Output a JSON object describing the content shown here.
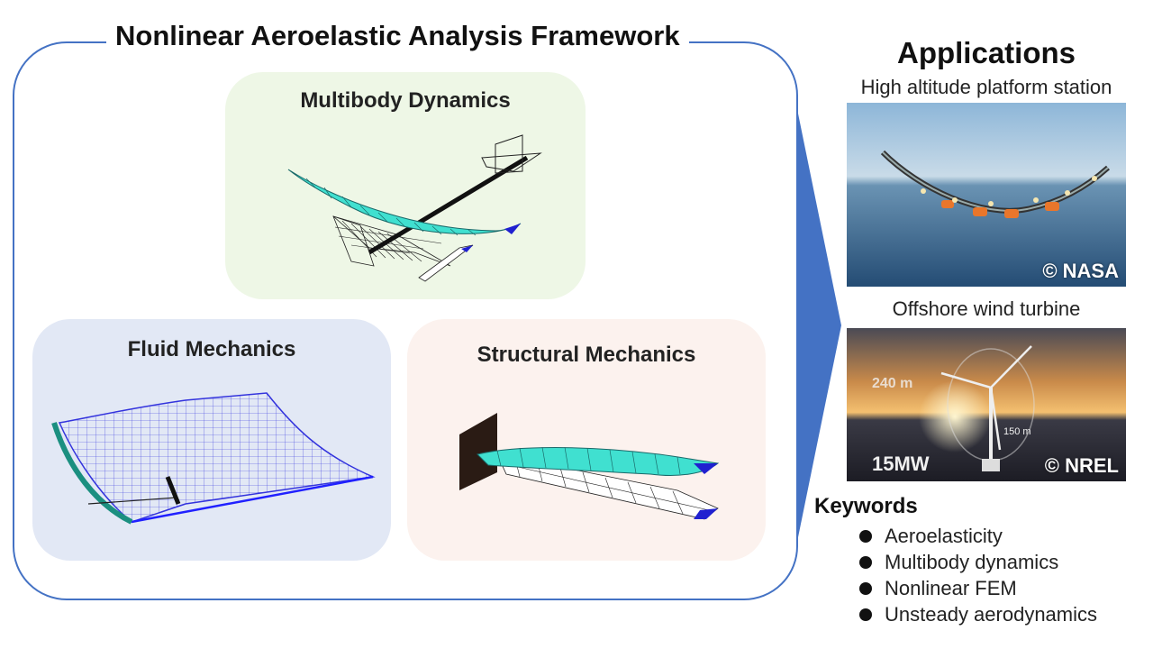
{
  "framework": {
    "title": "Nonlinear Aeroelastic Analysis Framework"
  },
  "panels": {
    "multibody": {
      "title": "Multibody Dynamics"
    },
    "fluid": {
      "title": "Fluid Mechanics"
    },
    "structural": {
      "title": "Structural Mechanics"
    }
  },
  "applications": {
    "title": "Applications",
    "items": [
      {
        "caption": "High altitude platform station",
        "credit": "© NASA"
      },
      {
        "caption": "Offshore wind turbine",
        "credit": "© NREL",
        "labels": [
          "240 m",
          "150 m",
          "15MW"
        ]
      }
    ]
  },
  "keywords": {
    "title": "Keywords",
    "items": [
      "Aeroelasticity",
      "Multibody dynamics",
      "Nonlinear FEM",
      "Unsteady aerodynamics"
    ]
  },
  "colors": {
    "frame": "#4472c4",
    "wing": "#40e0d0",
    "tip": "#2020d0",
    "mesh": "#3333dd"
  }
}
